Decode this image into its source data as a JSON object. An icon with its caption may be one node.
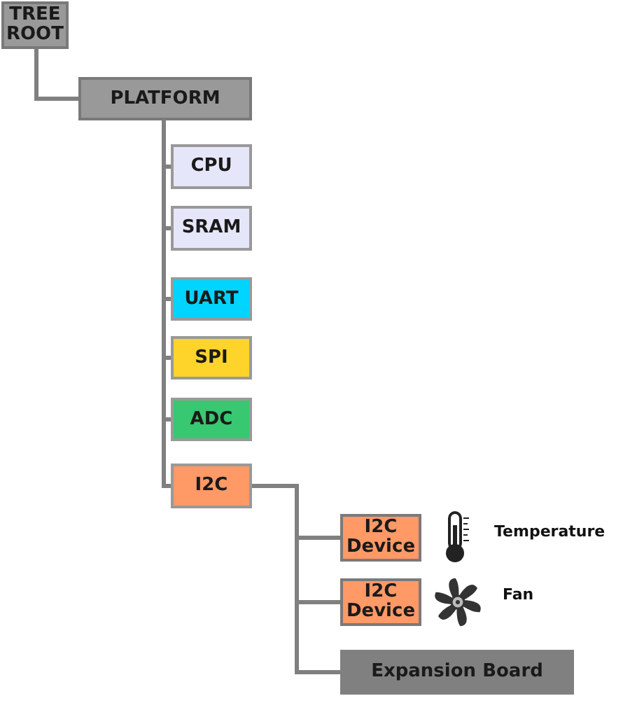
{
  "diagram": {
    "nodes": [
      {
        "text": [
          "TREE ROOT"
        ]
      },
      {
        "text": [
          "PLATFORM"
        ]
      },
      {
        "text": [
          "CPU"
        ]
      },
      {
        "text": [
          "SRAM"
        ]
      },
      {
        "text": [
          "UART"
        ]
      },
      {
        "text": [
          "SPI"
        ]
      },
      {
        "text": [
          "ADC"
        ]
      },
      {
        "text": [
          "I2C"
        ]
      },
      {
        "text": [
          "I2C Device"
        ]
      },
      {
        "text": [
          "I2C Device"
        ]
      },
      {
        "text": [
          "Expansion Board"
        ]
      }
    ],
    "edges": [
      {
        "from": 0,
        "to": 1,
        "arrow": "none"
      },
      {
        "from": 1,
        "to": 2,
        "arrow": "none"
      },
      {
        "from": 1,
        "to": 3,
        "arrow": "none"
      },
      {
        "from": 1,
        "to": 4,
        "arrow": "none"
      },
      {
        "from": 1,
        "to": 5,
        "arrow": "none"
      },
      {
        "from": 1,
        "to": 6,
        "arrow": "none"
      },
      {
        "from": 1,
        "to": 7,
        "arrow": "none"
      },
      {
        "from": 7,
        "to": 8,
        "arrow": "none"
      },
      {
        "from": 7,
        "to": 9,
        "arrow": "none"
      },
      {
        "from": 7,
        "to": 10,
        "arrow": "none"
      }
    ],
    "labels": [
      "Temperature",
      "Fan"
    ]
  }
}
